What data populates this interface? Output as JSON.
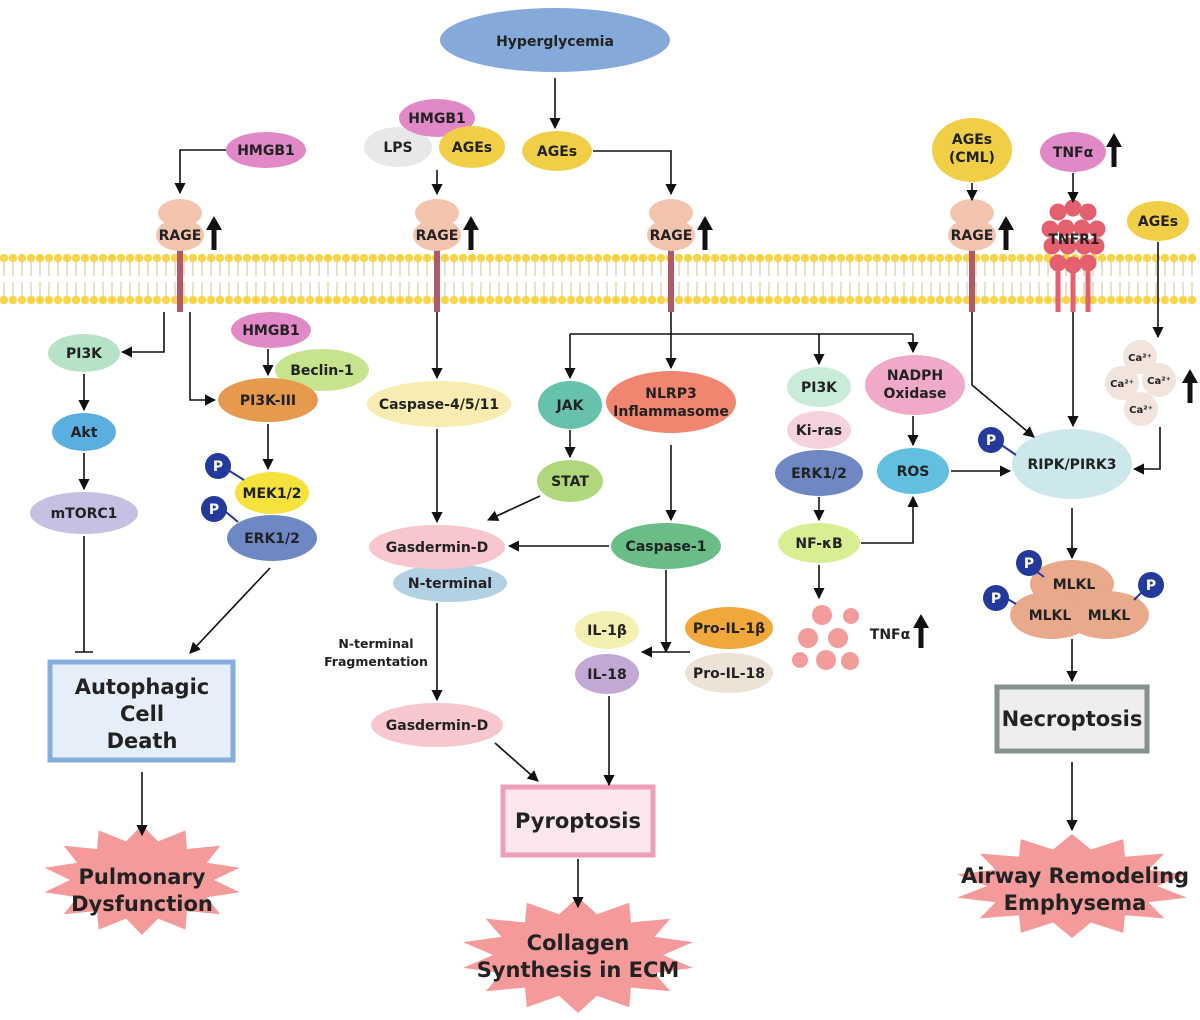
{
  "top": {
    "hyperglycemia": "Hyperglycemia",
    "ages": "AGEs"
  },
  "left": {
    "hmgb1_top": "HMGB1",
    "rage": "RAGE",
    "pi3k": "PI3K",
    "akt": "Akt",
    "mtorc1": "mTORC1",
    "hmgb1_mid": "HMGB1",
    "beclin": "Beclin-1",
    "pi3k3": "PI3K-III",
    "mek": "MEK1/2",
    "erk": "ERK1/2",
    "p": "P",
    "outcome_lines": [
      "Autophagic",
      "Cell",
      "Death"
    ],
    "result_lines": [
      "Pulmonary",
      "Dysfunction"
    ]
  },
  "center": {
    "hmgb1": "HMGB1",
    "lps": "LPS",
    "ages": "AGEs",
    "rage": "RAGE",
    "caspase4511": "Caspase-4/5/11",
    "gasdermin": "Gasdermin-D",
    "nterminal": "N-terminal",
    "fragmentation_lines": [
      "N-terminal",
      "Fragmentation"
    ],
    "gasdermin2": "Gasdermin-D",
    "outcome": "Pyroptosis",
    "result_lines": [
      "Collagen",
      "Synthesis in ECM"
    ]
  },
  "mid": {
    "rage": "RAGE",
    "jak": "JAK",
    "stat": "STAT",
    "nlrp3_lines": [
      "NLRP3",
      "Inflammasome"
    ],
    "caspase1": "Caspase-1",
    "il1b": "IL-1β",
    "il18": "IL-18",
    "proil1b": "Pro-IL-1β",
    "proil18": "Pro-IL-18",
    "pi3k": "PI3K",
    "kiras": "Ki-ras",
    "erk": "ERK1/2",
    "nfkb": "NF-κB",
    "nadph_lines": [
      "NADPH",
      "Oxidase"
    ],
    "ros": "ROS",
    "tnfa": "TNFα"
  },
  "right": {
    "ages_cml_lines": [
      "AGEs",
      "(CML)"
    ],
    "rage": "RAGE",
    "tnfa": "TNFα",
    "tnfr1": "TNFR1",
    "ages": "AGEs",
    "ca": "Ca²⁺",
    "ripk": "RIPK/PIRK3",
    "mlkl": "MLKL",
    "p": "P",
    "outcome": "Necroptosis",
    "result_lines": [
      "Airway Remodeling",
      "Emphysema"
    ]
  },
  "colors": {
    "hyperglycemia": "#85aad9",
    "hmgb1": "#e189c6",
    "ages": "#f0cf47",
    "lps": "#e8e8e8",
    "rage": "#f2c4ae",
    "rage_stem": "#b05a68",
    "tnfr1": "#e4606e",
    "pi3k_green": "#b6e3c5",
    "akt": "#5aaee0",
    "mtorc1": "#c6c0e2",
    "beclin": "#c6e48e",
    "pi3k3": "#e59a4d",
    "mek": "#f6e23c",
    "erk": "#6e88c6",
    "p_badge": "#23399b",
    "caspase4": "#f8ecb0",
    "gasdermin": "#f8c7cd",
    "nterm": "#b2d1e2",
    "jak": "#66c2ab",
    "stat": "#b0d77c",
    "nlrp3": "#f08670",
    "caspase1": "#6bbd88",
    "il1b": "#f3f0b2",
    "il18": "#c2a8d4",
    "proil1b": "#f0a83a",
    "proil18": "#ece2d6",
    "pi3k_mid": "#c9ecd8",
    "kiras": "#f6d2dc",
    "erk_mid": "#6f88c4",
    "nfkb": "#d8ee92",
    "nadph": "#f0a9c8",
    "ros": "#62bfe0",
    "tnfa_dots": "#f29c9c",
    "ca_dots": "#f2e4dc",
    "ripk": "#cce8ec",
    "mlkl": "#e9a98b",
    "box_autophagic_fill": "#e6eff9",
    "box_autophagic_border": "#86aedb",
    "box_pyro_fill": "#fbe6ec",
    "box_pyro_border": "#ef9eb9",
    "box_necro_fill": "#eeeeee",
    "box_necro_border": "#85918f",
    "starburst": "#f59a9a"
  }
}
